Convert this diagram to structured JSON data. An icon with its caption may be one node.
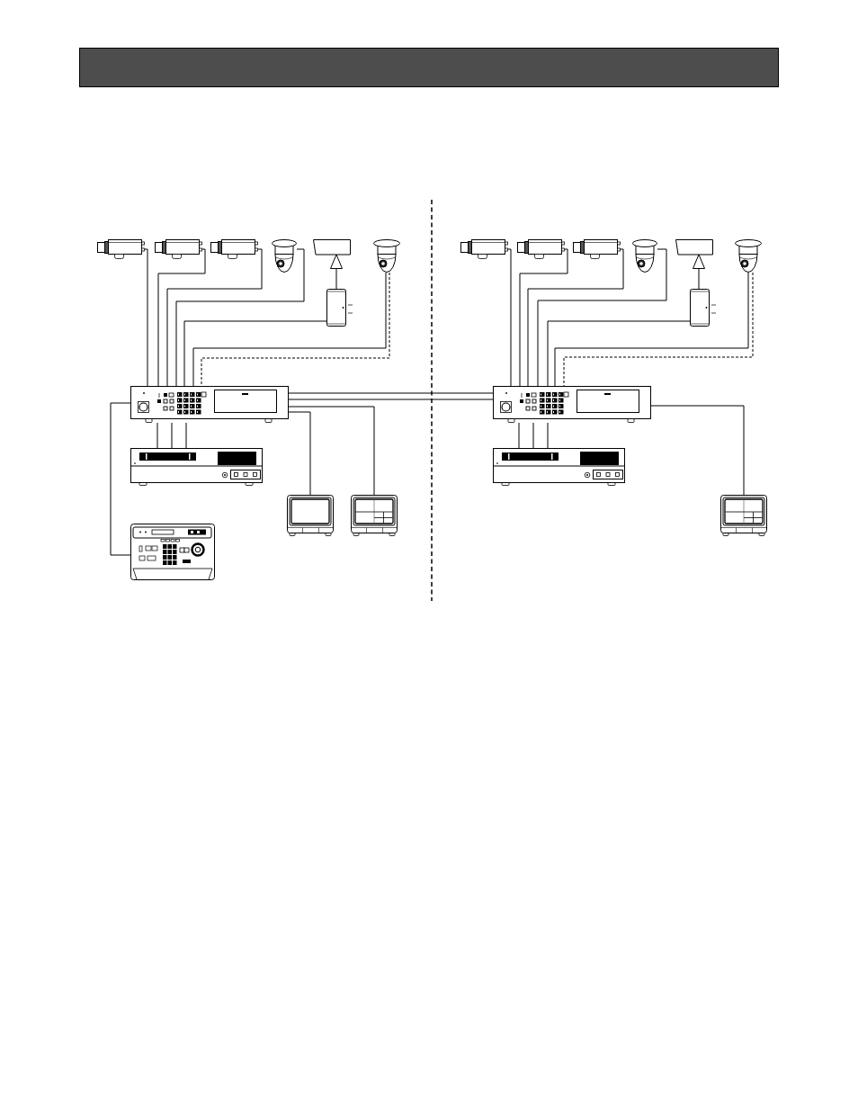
{
  "diagram": {
    "nodes": [
      {
        "text": [],
        "shape": "picture"
      },
      {
        "text": [],
        "shape": "picture"
      },
      {
        "text": [],
        "shape": "picture"
      },
      {
        "text": [],
        "shape": "picture"
      },
      {
        "text": [],
        "shape": "box"
      },
      {
        "text": [],
        "shape": "picture"
      },
      {
        "text": [],
        "shape": "picture"
      },
      {
        "text": [],
        "shape": "picture"
      },
      {
        "text": [],
        "shape": "picture"
      },
      {
        "text": [],
        "shape": "picture"
      },
      {
        "text": [],
        "shape": "picture"
      },
      {
        "text": [],
        "shape": "picture"
      },
      {
        "text": [],
        "shape": "picture"
      },
      {
        "text": [],
        "shape": "picture"
      },
      {
        "text": [],
        "shape": "picture"
      },
      {
        "text": [],
        "shape": "picture"
      },
      {
        "text": [],
        "shape": "box"
      },
      {
        "text": [],
        "shape": "picture"
      },
      {
        "text": [],
        "shape": "picture"
      },
      {
        "text": [],
        "shape": "picture"
      },
      {
        "text": [],
        "shape": "picture"
      },
      {
        "text": [],
        "shape": "picture"
      }
    ],
    "edges": [
      {
        "from": 0,
        "to": 7,
        "arrow": "none"
      },
      {
        "from": 1,
        "to": 7,
        "arrow": "none"
      },
      {
        "from": 2,
        "to": 7,
        "arrow": "none"
      },
      {
        "from": 3,
        "to": 7,
        "arrow": "none"
      },
      {
        "from": 4,
        "to": 5,
        "arrow": "none"
      },
      {
        "from": 5,
        "to": 7,
        "arrow": "none"
      },
      {
        "from": 6,
        "to": 7,
        "arrow": "none"
      },
      {
        "from": 6,
        "to": 7,
        "arrow": "none",
        "style": "dashed"
      },
      {
        "from": 7,
        "to": 8,
        "arrow": "none"
      },
      {
        "from": 7,
        "to": 8,
        "arrow": "none"
      },
      {
        "from": 7,
        "to": 8,
        "arrow": "none"
      },
      {
        "from": 7,
        "to": 11,
        "arrow": "none"
      },
      {
        "from": 7,
        "to": 9,
        "arrow": "none"
      },
      {
        "from": 7,
        "to": 10,
        "arrow": "none"
      },
      {
        "from": 7,
        "to": 19,
        "arrow": "none"
      },
      {
        "from": 7,
        "to": 19,
        "arrow": "none"
      },
      {
        "from": 12,
        "to": 19,
        "arrow": "none"
      },
      {
        "from": 13,
        "to": 19,
        "arrow": "none"
      },
      {
        "from": 14,
        "to": 19,
        "arrow": "none"
      },
      {
        "from": 15,
        "to": 19,
        "arrow": "none"
      },
      {
        "from": 16,
        "to": 17,
        "arrow": "none"
      },
      {
        "from": 17,
        "to": 19,
        "arrow": "none"
      },
      {
        "from": 18,
        "to": 19,
        "arrow": "none"
      },
      {
        "from": 18,
        "to": 19,
        "arrow": "none",
        "style": "dashed"
      },
      {
        "from": 19,
        "to": 20,
        "arrow": "none"
      },
      {
        "from": 19,
        "to": 20,
        "arrow": "none"
      },
      {
        "from": 19,
        "to": 20,
        "arrow": "none"
      },
      {
        "from": 19,
        "to": 21,
        "arrow": "none"
      }
    ]
  }
}
